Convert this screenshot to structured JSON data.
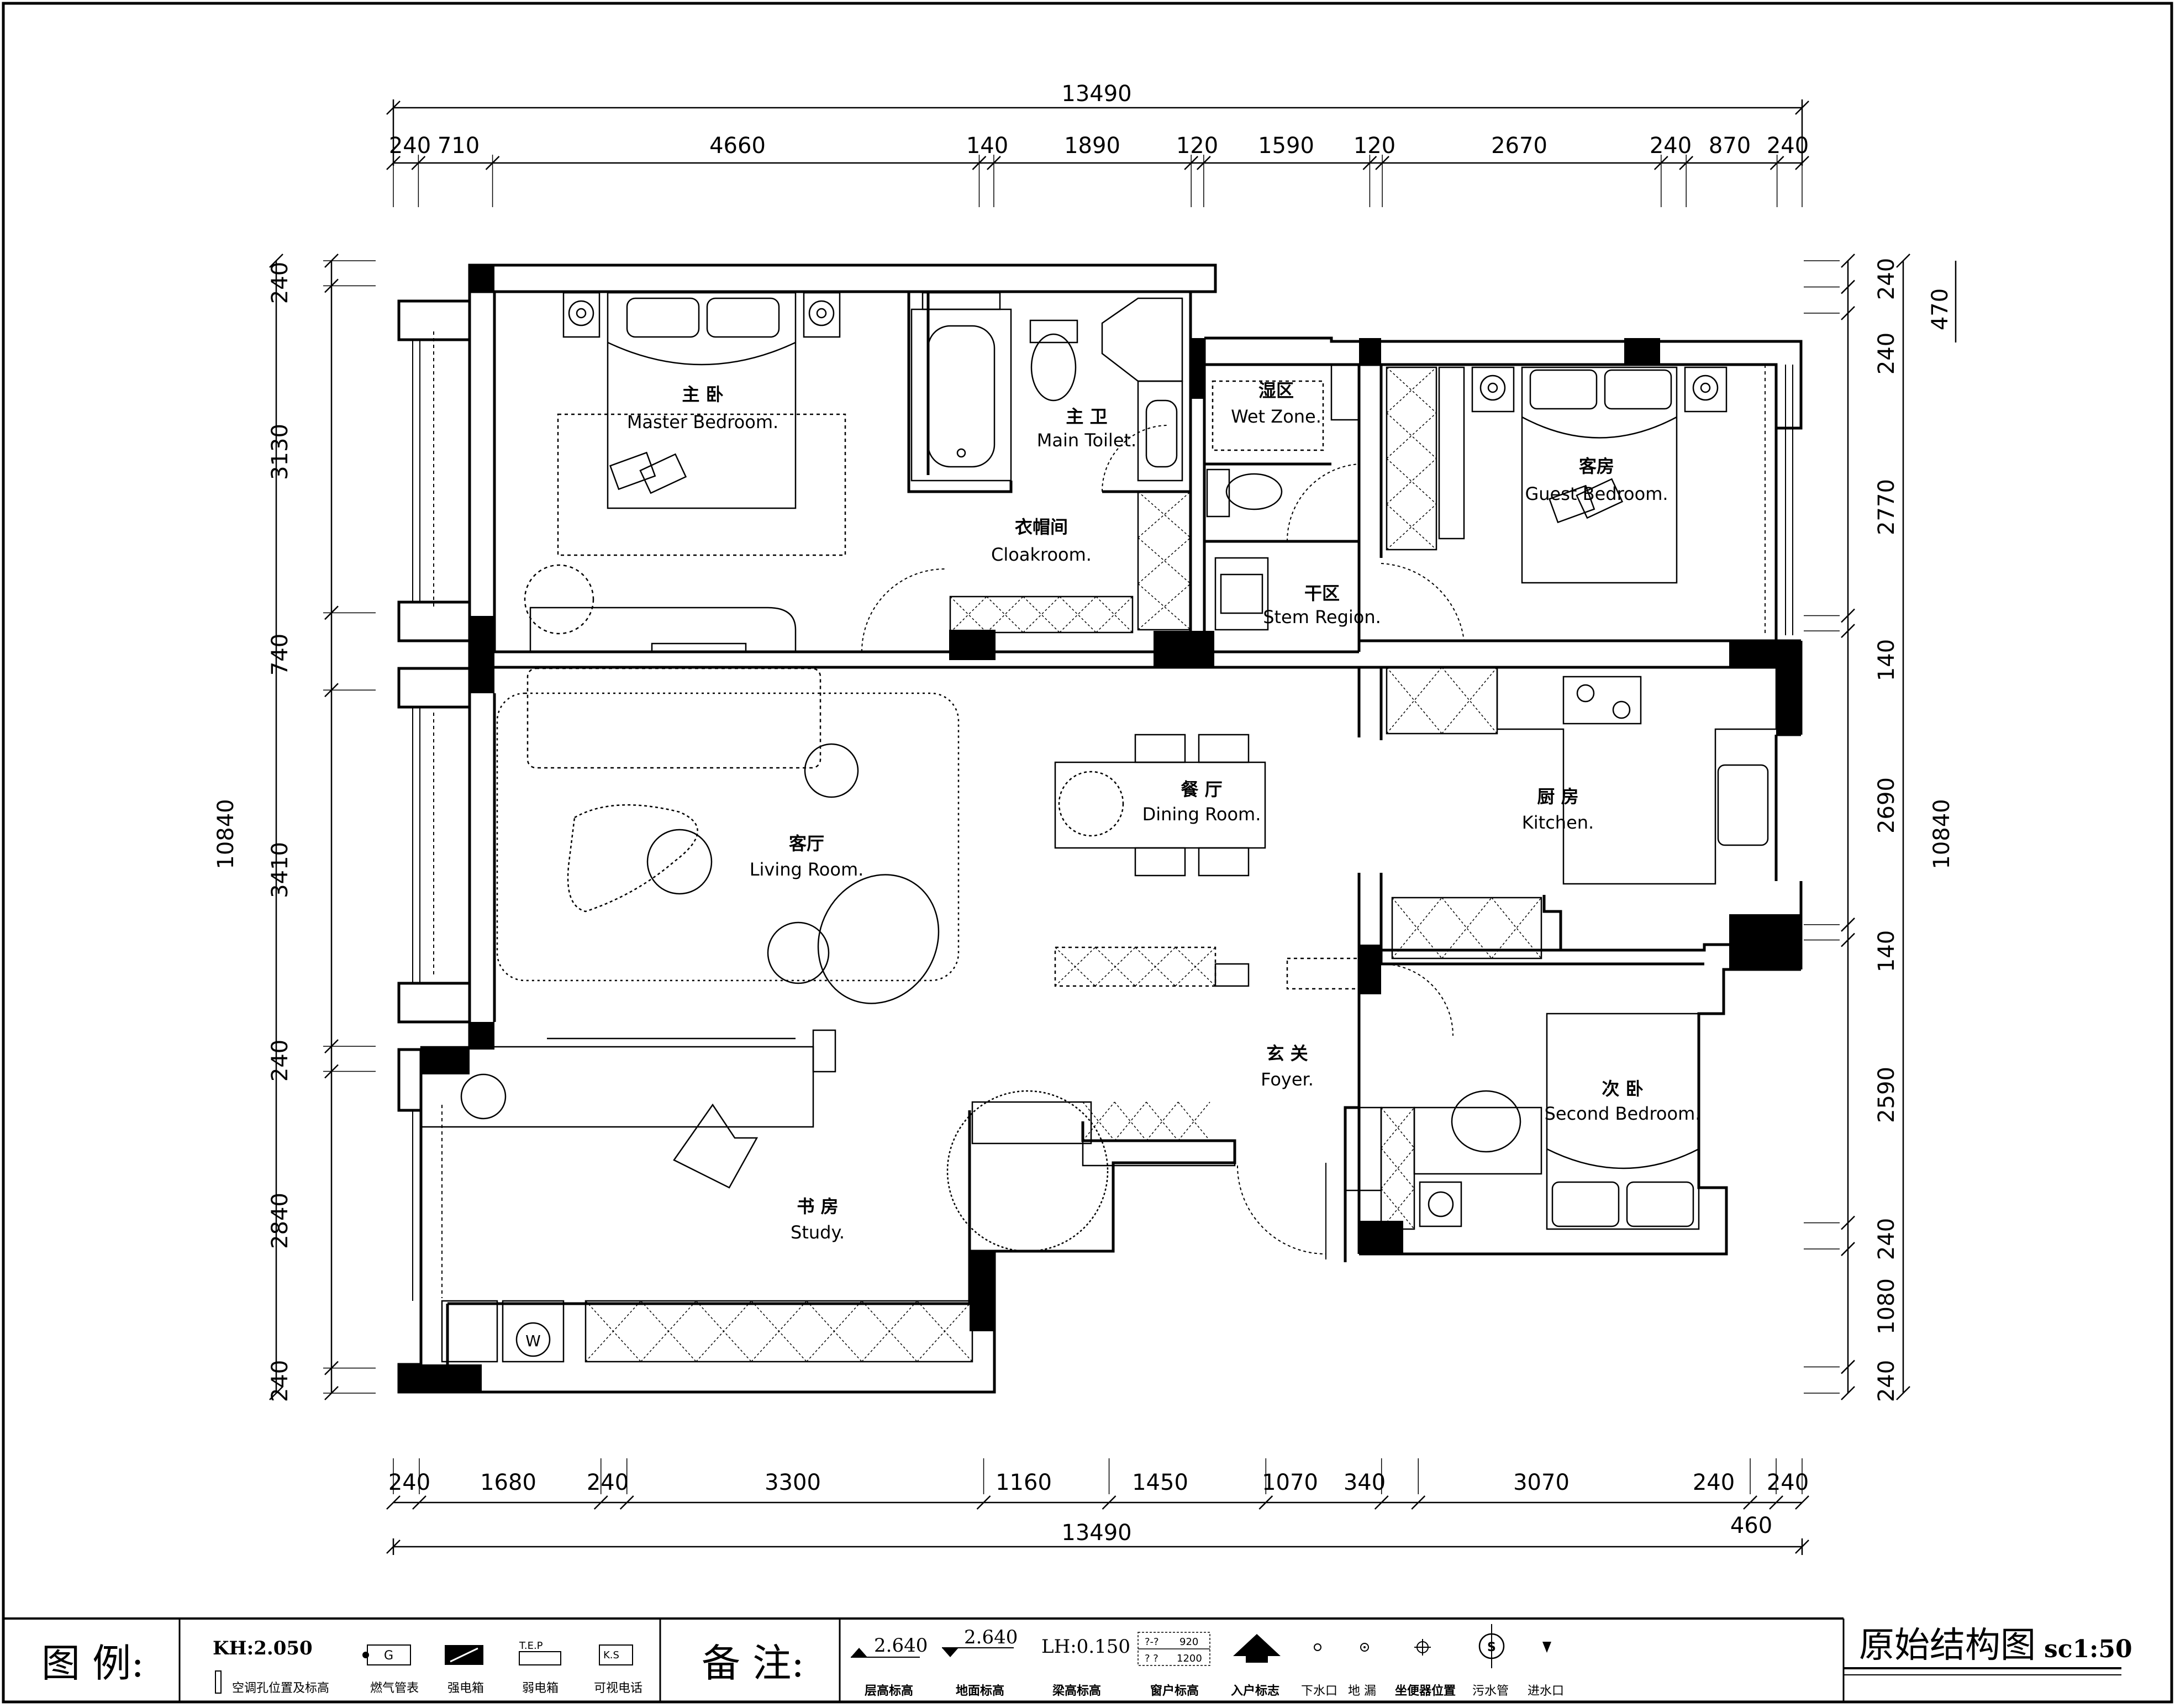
{
  "dimensions": {
    "top_overall": "13490",
    "top": [
      "240",
      "710",
      "4660",
      "140",
      "1890",
      "120",
      "1590",
      "120",
      "2670",
      "240",
      "870",
      "240"
    ],
    "bottom_overall": "13490",
    "bottom_extra": "460",
    "bottom": [
      "240",
      "1680",
      "240",
      "3300",
      "1160",
      "1450",
      "1070",
      "340",
      "3070",
      "240",
      "240"
    ],
    "left_overall": "10840",
    "left": [
      "240",
      "3130",
      "740",
      "3410",
      "240",
      "2840",
      "240"
    ],
    "right_overall": "10840",
    "right_extra": "470",
    "right": [
      "240",
      "240",
      "2770",
      "140",
      "2690",
      "140",
      "2590",
      "240",
      "1080",
      "240"
    ]
  },
  "rooms": [
    {
      "id": "master-bedroom",
      "cn": "主 卧",
      "en": "Master Bedroom."
    },
    {
      "id": "main-toilet",
      "cn": "主 卫",
      "en": "Main Toilet."
    },
    {
      "id": "wet-zone",
      "cn": "湿区",
      "en": "Wet Zone."
    },
    {
      "id": "guest-bedroom",
      "cn": "客房",
      "en": "Guest Bedroom."
    },
    {
      "id": "cloakroom",
      "cn": "衣帽间",
      "en": "Cloakroom."
    },
    {
      "id": "stem-region",
      "cn": "干区",
      "en": "Stem Region."
    },
    {
      "id": "living-room",
      "cn": "客厅",
      "en": "Living Room."
    },
    {
      "id": "dining-room",
      "cn": "餐 厅",
      "en": "Dining Room."
    },
    {
      "id": "kitchen",
      "cn": "厨 房",
      "en": "Kitchen."
    },
    {
      "id": "foyer",
      "cn": "玄 关",
      "en": "Foyer."
    },
    {
      "id": "second-bedroom",
      "cn": "次 卧",
      "en": "Second Bedroom."
    },
    {
      "id": "study",
      "cn": "书 房",
      "en": "Study."
    }
  ],
  "fixtures": {
    "washer_mark": "W"
  },
  "legend": {
    "title": "图 例:",
    "kh_label": "KH:2.050",
    "ac_hole": "空调孔位置及标高",
    "items": [
      {
        "id": "gas-meter",
        "sym": "G",
        "label": "燃气管表"
      },
      {
        "id": "strong-box",
        "sym": "",
        "label": "强电箱"
      },
      {
        "id": "weak-box",
        "sym": "T.E.P",
        "label": "弱电箱"
      },
      {
        "id": "video-phone",
        "sym": "K.S",
        "label": "可视电话"
      }
    ]
  },
  "notes": {
    "title": "备 注:",
    "floor_level_value": "2.640",
    "floor_level_label": "层高标高",
    "ground_level_value": "2.640",
    "ground_level_label": "地面标高",
    "beam_value": "LH:0.150",
    "beam_label": "梁高标高",
    "window_values": [
      "?-?",
      "920",
      "? ?",
      "1200"
    ],
    "window_label": "窗户标高",
    "entry_label": "入户标志",
    "drain_label": "下水口",
    "floor_drain_label": "地 漏",
    "toilet_pos_label": "坐便器位置",
    "sewage_sym": "S",
    "sewage_label": "污水管",
    "inlet_label": "进水口"
  },
  "title_block": {
    "title": "原始结构图",
    "scale": "sc1:50"
  }
}
